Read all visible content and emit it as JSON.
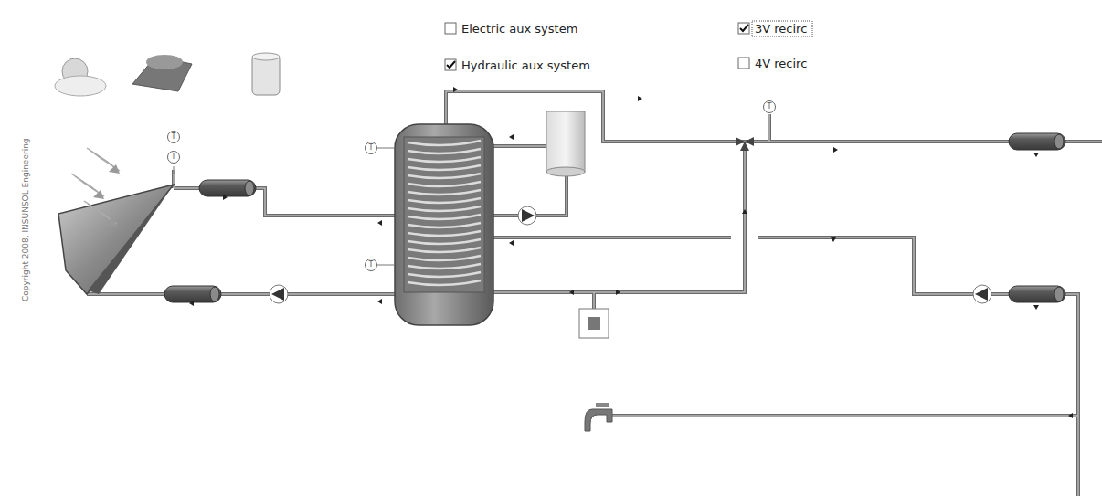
{
  "diagram": {
    "nodes": [
      {
        "text": [
          "T"
        ]
      },
      {
        "text": [
          "T"
        ]
      },
      {
        "text": [
          "T"
        ]
      },
      {
        "text": [
          "T"
        ]
      },
      {
        "text": [
          "T"
        ]
      }
    ],
    "labels": [
      "Electric aux system",
      "Hydraulic aux system",
      "3V recirc",
      "4V recirc",
      "Copyright 2008, INSUNSOL Engineering"
    ]
  }
}
